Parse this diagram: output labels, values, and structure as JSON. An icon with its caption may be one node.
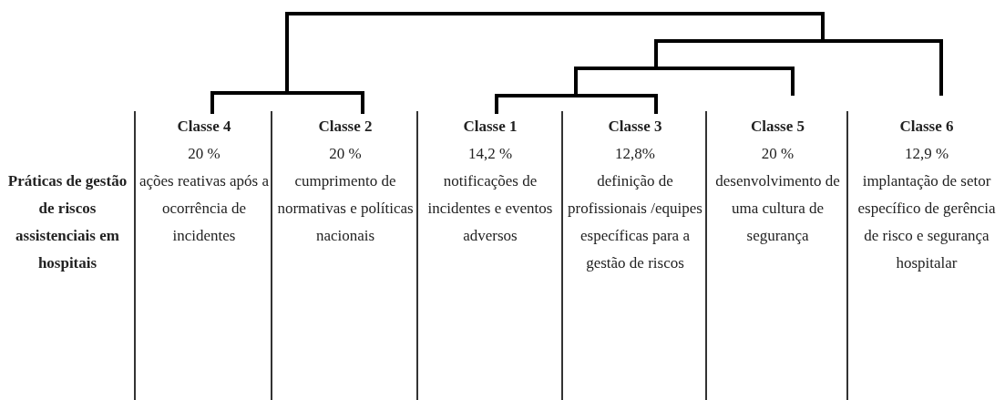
{
  "diagram": {
    "nodes": [
      {
        "text": [
          "Classe 4",
          "20 %",
          "ações reativas após a ocorrência de incidentes"
        ]
      },
      {
        "text": [
          "Classe 2",
          "20 %",
          "cumprimento de normativas e políticas nacionais"
        ]
      },
      {
        "text": [
          "Classe 1",
          "14,2 %",
          "notificações de incidentes e eventos adversos"
        ]
      },
      {
        "text": [
          "Classe 3",
          "12,8%",
          "definição de profissionais /equipes específicas para a gestão de riscos"
        ]
      },
      {
        "text": [
          "Classe 5",
          "20 %",
          "desenvolvimento de uma cultura de segurança"
        ]
      },
      {
        "text": [
          "Classe 6",
          "12,9 %",
          "implantação de setor específico de gerência de risco e segurança hospitalar"
        ]
      }
    ],
    "labels": [
      "Práticas de gestão de riscos assistenciais em hospitais"
    ]
  }
}
